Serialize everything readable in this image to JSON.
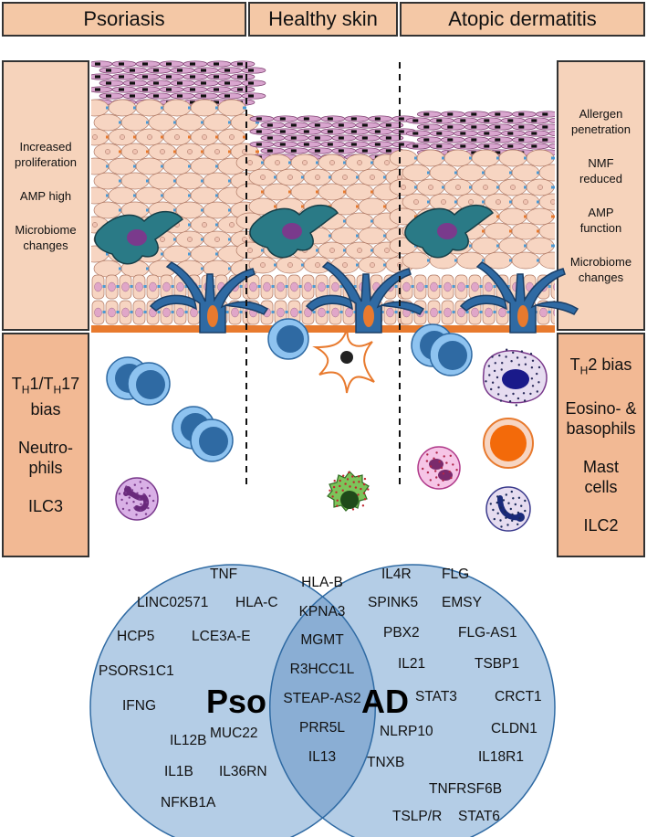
{
  "headers": {
    "psoriasis": "Psoriasis",
    "healthy": "Healthy skin",
    "atopic": "Atopic dermatitis"
  },
  "left_top": [
    "Increased",
    "proliferation",
    "AMP high",
    "Microbiome",
    "changes"
  ],
  "right_top": [
    "Allergen",
    "penetration",
    "NMF",
    "reduced",
    "AMP",
    "function",
    "Microbiome",
    "changes"
  ],
  "left_bottom": {
    "th_line": "T",
    "th_sub1": "H",
    "th_mid": "1/T",
    "th_sub2": "H",
    "th_end": "17",
    "bias": "bias",
    "neutro1": "Neutro-",
    "neutro2": "phils",
    "ilc": "ILC3"
  },
  "right_bottom": {
    "th_line": "T",
    "th_sub": "H",
    "th_end": "2 bias",
    "eos1": "Eosino- &",
    "eos2": "basophils",
    "mast1": "Mast",
    "mast2": "cells",
    "ilc": "ILC2"
  },
  "venn": {
    "left_title": "Pso",
    "right_title": "AD",
    "left_genes": [
      "TNF",
      "HLA-C",
      "LINC02571",
      "HCP5",
      "LCE3A-E",
      "PSORS1C1",
      "IFNG",
      "IL12B",
      "MUC22",
      "IL1B",
      "IL36RN",
      "NFKB1A"
    ],
    "shared_genes": [
      "HLA-B",
      "KPNA3",
      "MGMT",
      "R3HCC1L",
      "STEAP-AS2",
      "PRR5L",
      "IL13"
    ],
    "right_genes": [
      "IL4R",
      "FLG",
      "SPINK5",
      "EMSY",
      "PBX2",
      "FLG-AS1",
      "IL21",
      "TSBP1",
      "CRCT1",
      "STAT3",
      "CLDN1",
      "NLRP10",
      "IL18R1",
      "TNXB",
      "TNFRSF6B",
      "TSLP/R",
      "STAT6"
    ]
  },
  "colors": {
    "header_fill": "#f4c8a6",
    "side_top_fill": "#f6d3bb",
    "side_bottom_fill": "#f2b994",
    "venn_fill": "#b4cde6",
    "venn_overlap": "#8aaed4",
    "keratinocyte": "#f7d5c2",
    "cornified": "#d9a6cf",
    "dendritic": "#2a7a86",
    "langerhans": "#2f6aa3"
  }
}
